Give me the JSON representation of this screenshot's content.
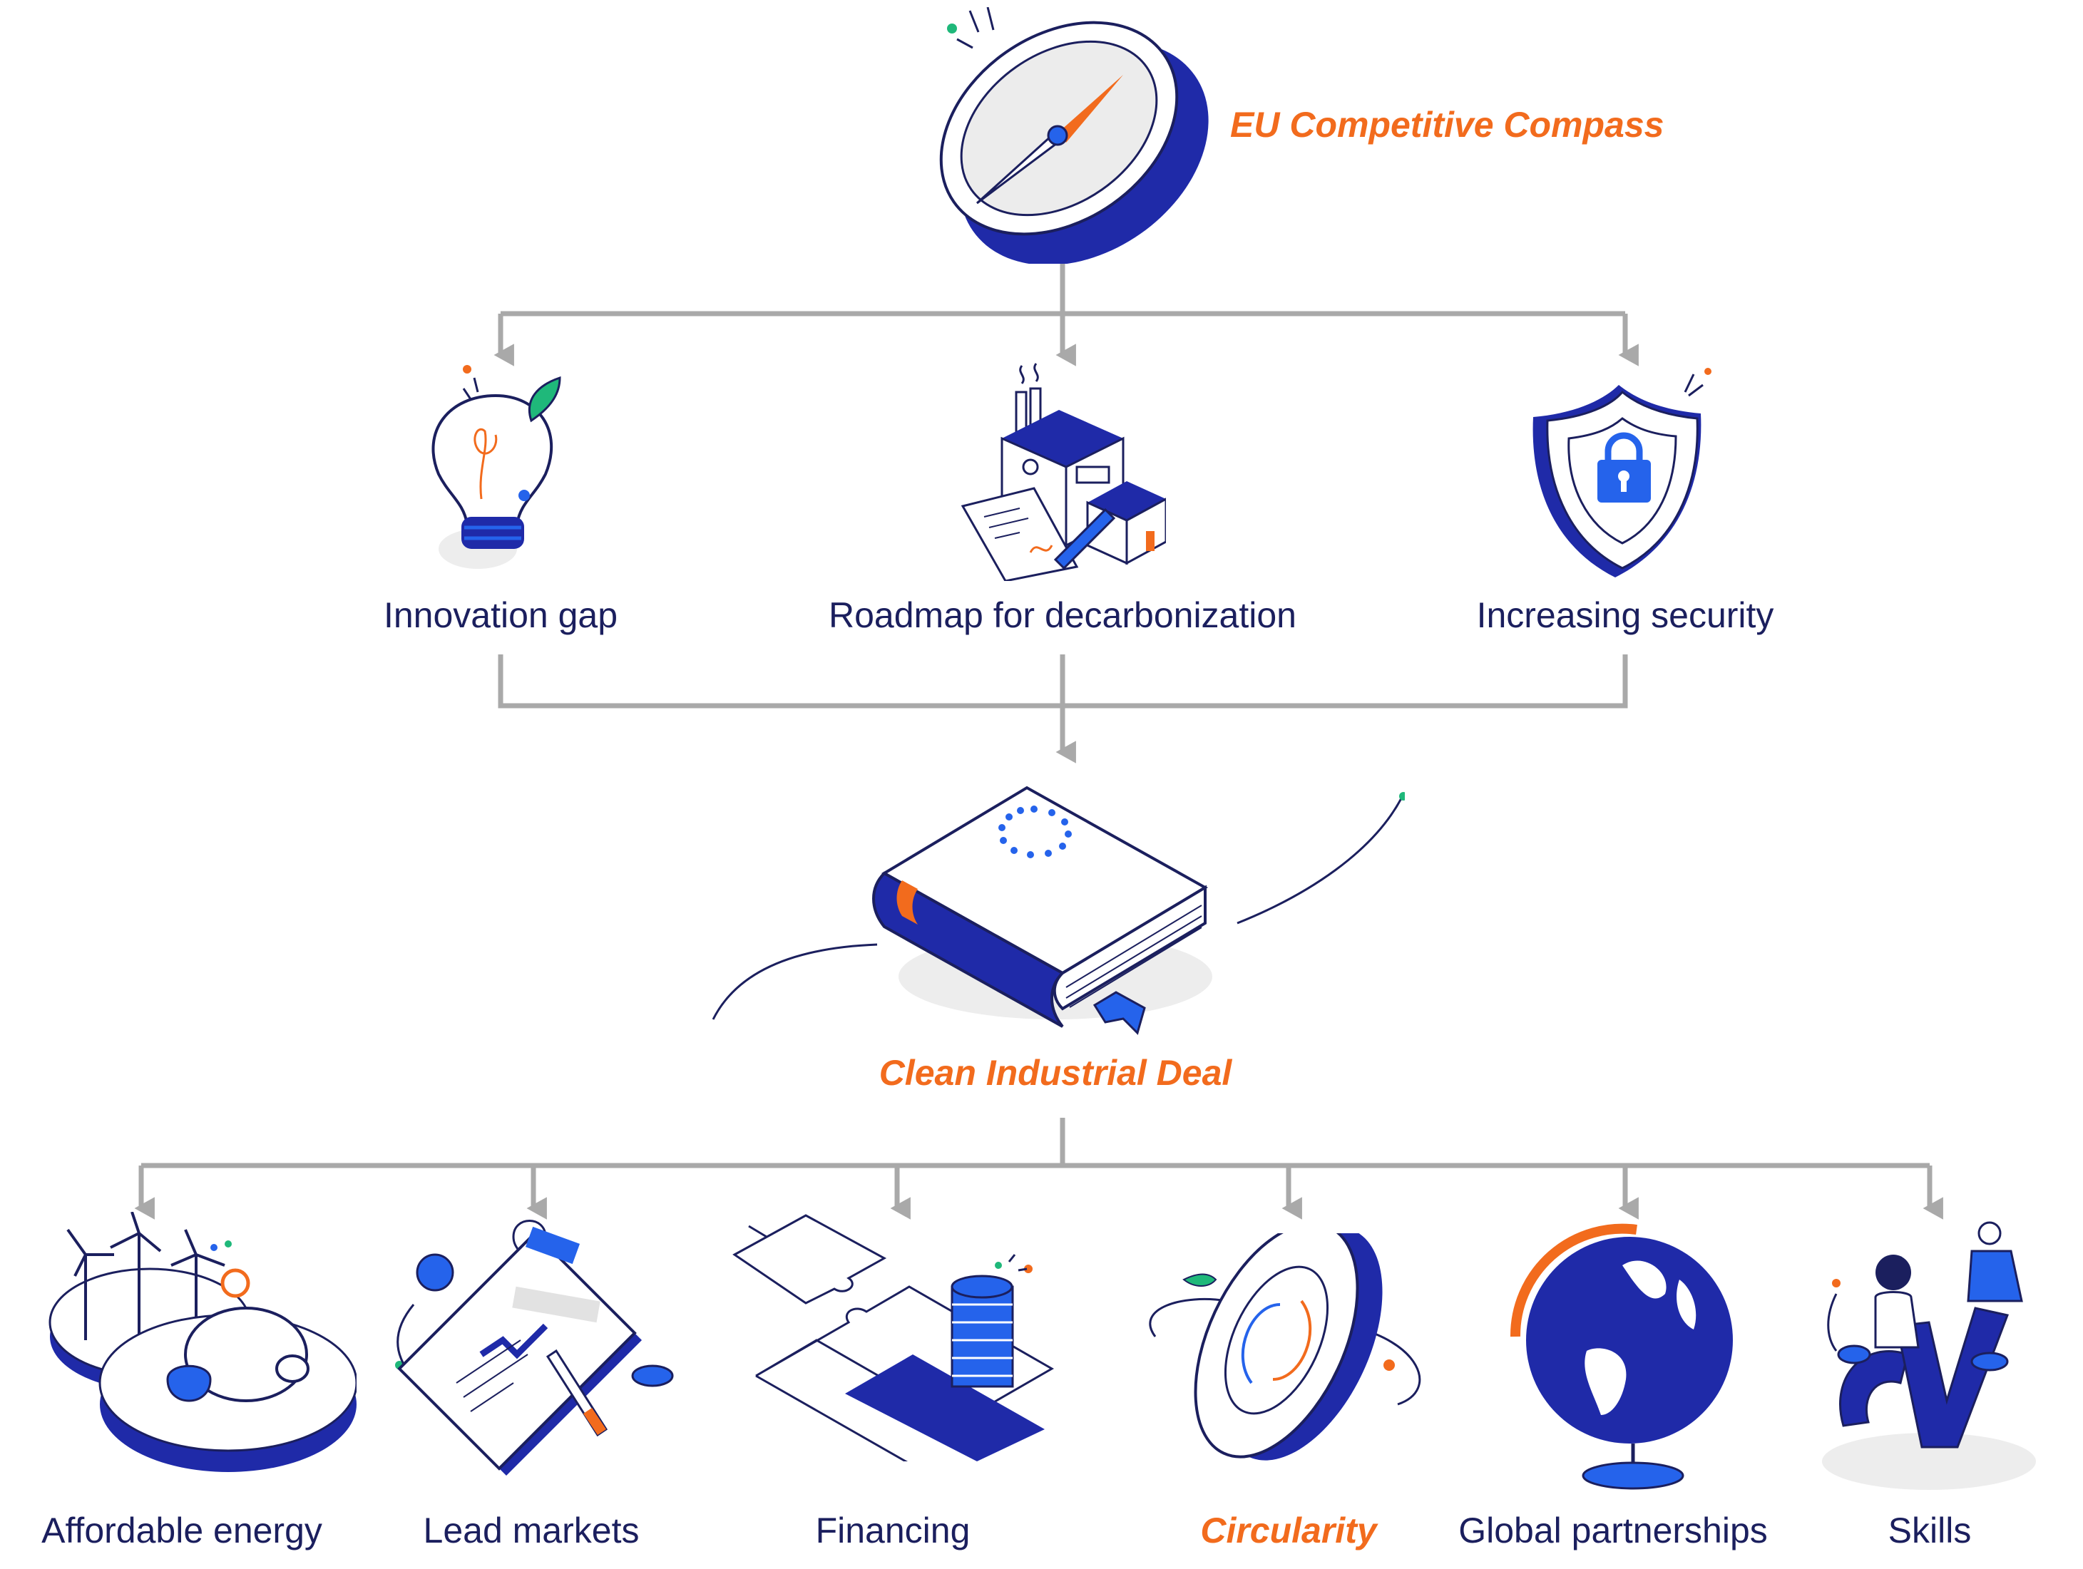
{
  "diagram": {
    "top": {
      "title": "EU Competitive Compass",
      "icon": "compass-icon"
    },
    "middle": [
      {
        "label": "Innovation gap",
        "icon": "lightbulb-icon"
      },
      {
        "label": "Roadmap for decarbonization",
        "icon": "factory-icon"
      },
      {
        "label": "Increasing security",
        "icon": "shield-lock-icon"
      }
    ],
    "center": {
      "title": "Clean Industrial Deal",
      "icon": "eu-book-icon"
    },
    "bottom": [
      {
        "label": "Affordable energy",
        "icon": "wind-turbine-piggy-bank-icon"
      },
      {
        "label": "Lead markets",
        "icon": "clipboard-chart-icon"
      },
      {
        "label": "Financing",
        "icon": "puzzle-coins-icon"
      },
      {
        "label": "Circularity",
        "icon": "circular-coin-icon",
        "highlight": true
      },
      {
        "label": "Global partnerships",
        "icon": "globe-icon"
      },
      {
        "label": "Skills",
        "icon": "cv-people-icon"
      }
    ]
  },
  "colors": {
    "navy": "#1b1f5e",
    "blue": "#1f2aa8",
    "bright_blue": "#2563eb",
    "orange": "#f26b1d",
    "green": "#1fb87a",
    "gray": "#a9a9a9",
    "shadow": "#ededed"
  }
}
